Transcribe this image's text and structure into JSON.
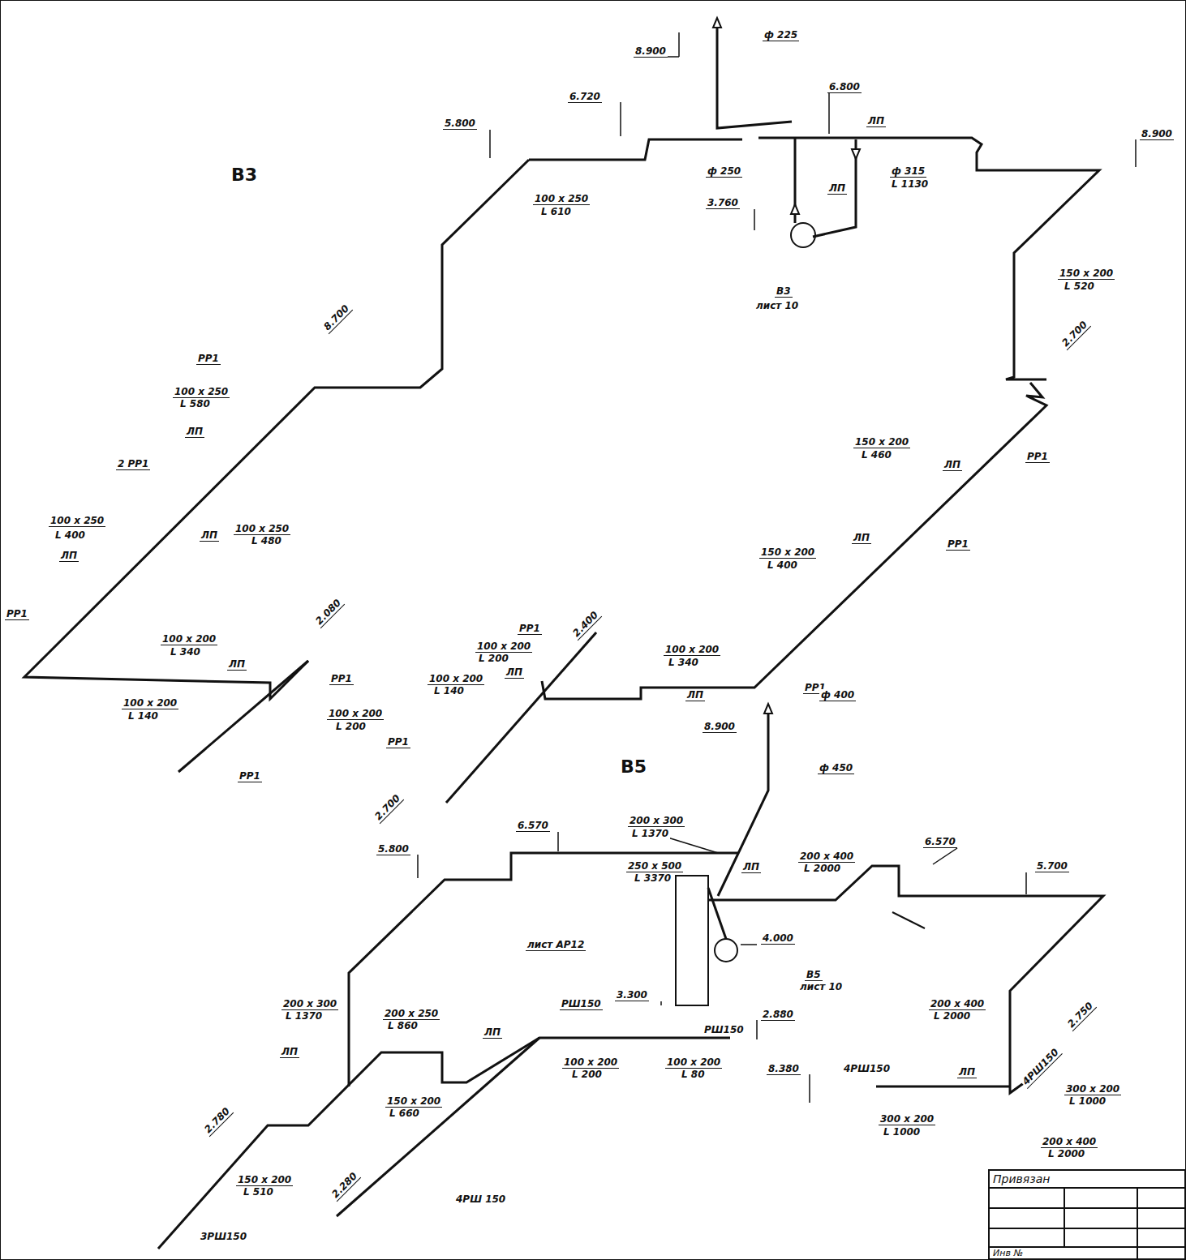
{
  "diagram": {
    "nodes": [
      {
        "text": [
          "Привязан",
          "Инв №"
        ]
      }
    ],
    "labels": [
      "8.900",
      "ф 225",
      "6.720",
      "6.800",
      "5.800",
      "ЛП",
      "8.900",
      "В3",
      "ф 250",
      "ф 315",
      "L 1130",
      "100 x 250",
      "L 610",
      "ЛП",
      "3.760",
      "В3",
      "лист 10",
      "150 x 200",
      "L 520",
      "8.700",
      "РР1",
      "100 x 250",
      "L 580",
      "ЛП",
      "2 РР1",
      "100 x 250",
      "L 480",
      "ЛП",
      "100 x 250",
      "L 400",
      "ЛП",
      "РР1",
      "2.700",
      "150 x 200",
      "L 460",
      "ЛП",
      "РР1",
      "ЛП",
      "РР1",
      "150 x 200",
      "L 400",
      "100 x 200",
      "L 340",
      "2.080",
      "ЛП",
      "РР1",
      "100 x 200",
      "L 200",
      "100 x 200",
      "L 140",
      "РР1",
      "РР1",
      "2.400",
      "100 x 200",
      "L 200",
      "100 x 200",
      "L 140",
      "ЛП",
      "100 x 200",
      "L 340",
      "ЛП",
      "РР1",
      "8.900",
      "ф 400",
      "В5",
      "ф 450",
      "РР1",
      "2.700",
      "6.570",
      "200 x 300",
      "L 1370",
      "5.800",
      "6.570",
      "250 x 500",
      "L 3370",
      "ЛП",
      "200 x 400",
      "L 2000",
      "5.700",
      "4.000",
      "лист АР12",
      "В5",
      "лист 10",
      "3.300",
      "РШ150",
      "РШ150",
      "2.880",
      "200 x 300",
      "L 1370",
      "200 x 250",
      "L 860",
      "ЛП",
      "ЛП",
      "200 x 400",
      "L 2000",
      "4РШ150",
      "2.750",
      "8.380",
      "4РШ150",
      "ЛП",
      "100 x 200",
      "L 200",
      "100 x 200",
      "L 80",
      "150 x 200",
      "L 660",
      "300 x 200",
      "L 1000",
      "300 x 200",
      "L 1000",
      "2.780",
      "200 x 400",
      "L 2000",
      "2.280",
      "4РШ 150",
      "150 x 200",
      "L 510",
      "3РШ150"
    ]
  }
}
